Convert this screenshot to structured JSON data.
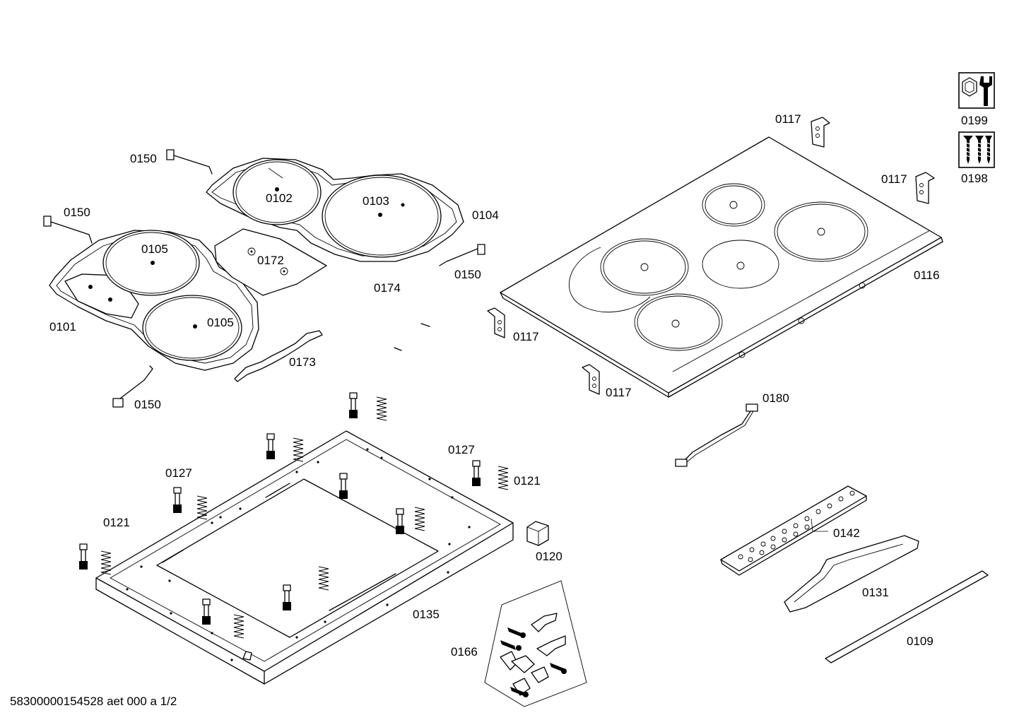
{
  "footer": "58300000154528 aet 000 a 1/2",
  "labels": {
    "p0101": "0101",
    "p0102": "0102",
    "p0103": "0103",
    "p0104": "0104",
    "p0105a": "0105",
    "p0105b": "0105",
    "p0109": "0109",
    "p0116": "0116",
    "p0117a": "0117",
    "p0117b": "0117",
    "p0117c": "0117",
    "p0117d": "0117",
    "p0120": "0120",
    "p0121a": "0121",
    "p0121b": "0121",
    "p0127a": "0127",
    "p0127b": "0127",
    "p0131": "0131",
    "p0135": "0135",
    "p0142": "0142",
    "p0150a": "0150",
    "p0150b": "0150",
    "p0150c": "0150",
    "p0150d": "0150",
    "p0166": "0166",
    "p0172": "0172",
    "p0173": "0173",
    "p0174": "0174",
    "p0180": "0180",
    "p0198": "0198",
    "p0199": "0199"
  },
  "icons": {
    "p0199": "wrench-nut-icon",
    "p0198": "screws-icon"
  }
}
